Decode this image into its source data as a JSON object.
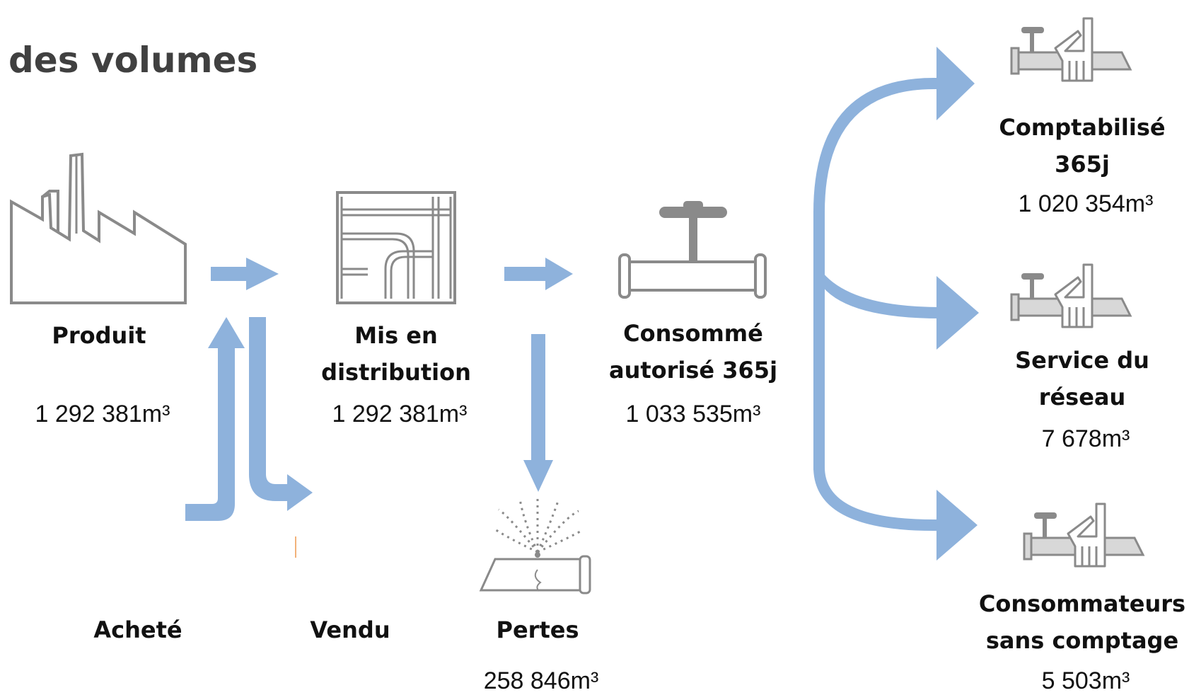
{
  "title": "des volumes",
  "colors": {
    "arrow": "#8EB2DC",
    "icon_stroke": "#8a8a8a",
    "icon_fill": "#d6d6d6"
  },
  "nodes": {
    "produit": {
      "label": "Produit",
      "value": "1 292 381m³",
      "icon": "factory-icon"
    },
    "mis_en_distribution": {
      "label_line1": "Mis en",
      "label_line2": "distribution",
      "value": "1 292 381m³",
      "icon": "pipe-network-icon"
    },
    "consomme_autorise": {
      "label_line1": "Consommé",
      "label_line2": "autorisé 365j",
      "value": "1 033 535m³",
      "icon": "valve-pipe-icon"
    },
    "achete": {
      "label": "Acheté"
    },
    "vendu": {
      "label": "Vendu"
    },
    "pertes": {
      "label": "Pertes",
      "value": "258 846m³",
      "icon": "leaking-pipe-icon"
    },
    "comptabilise": {
      "label_line1": "Comptabilisé",
      "label_line2": "365j",
      "value": "1 020 354m³",
      "icon": "hand-valve-icon"
    },
    "service_reseau": {
      "label_line1": "Service du",
      "label_line2": "réseau",
      "value": "7 678m³",
      "icon": "hand-valve-icon"
    },
    "sans_comptage": {
      "label_line1": "Consommateurs",
      "label_line2": "sans comptage",
      "value": "5 503m³",
      "icon": "hand-valve-icon"
    }
  }
}
